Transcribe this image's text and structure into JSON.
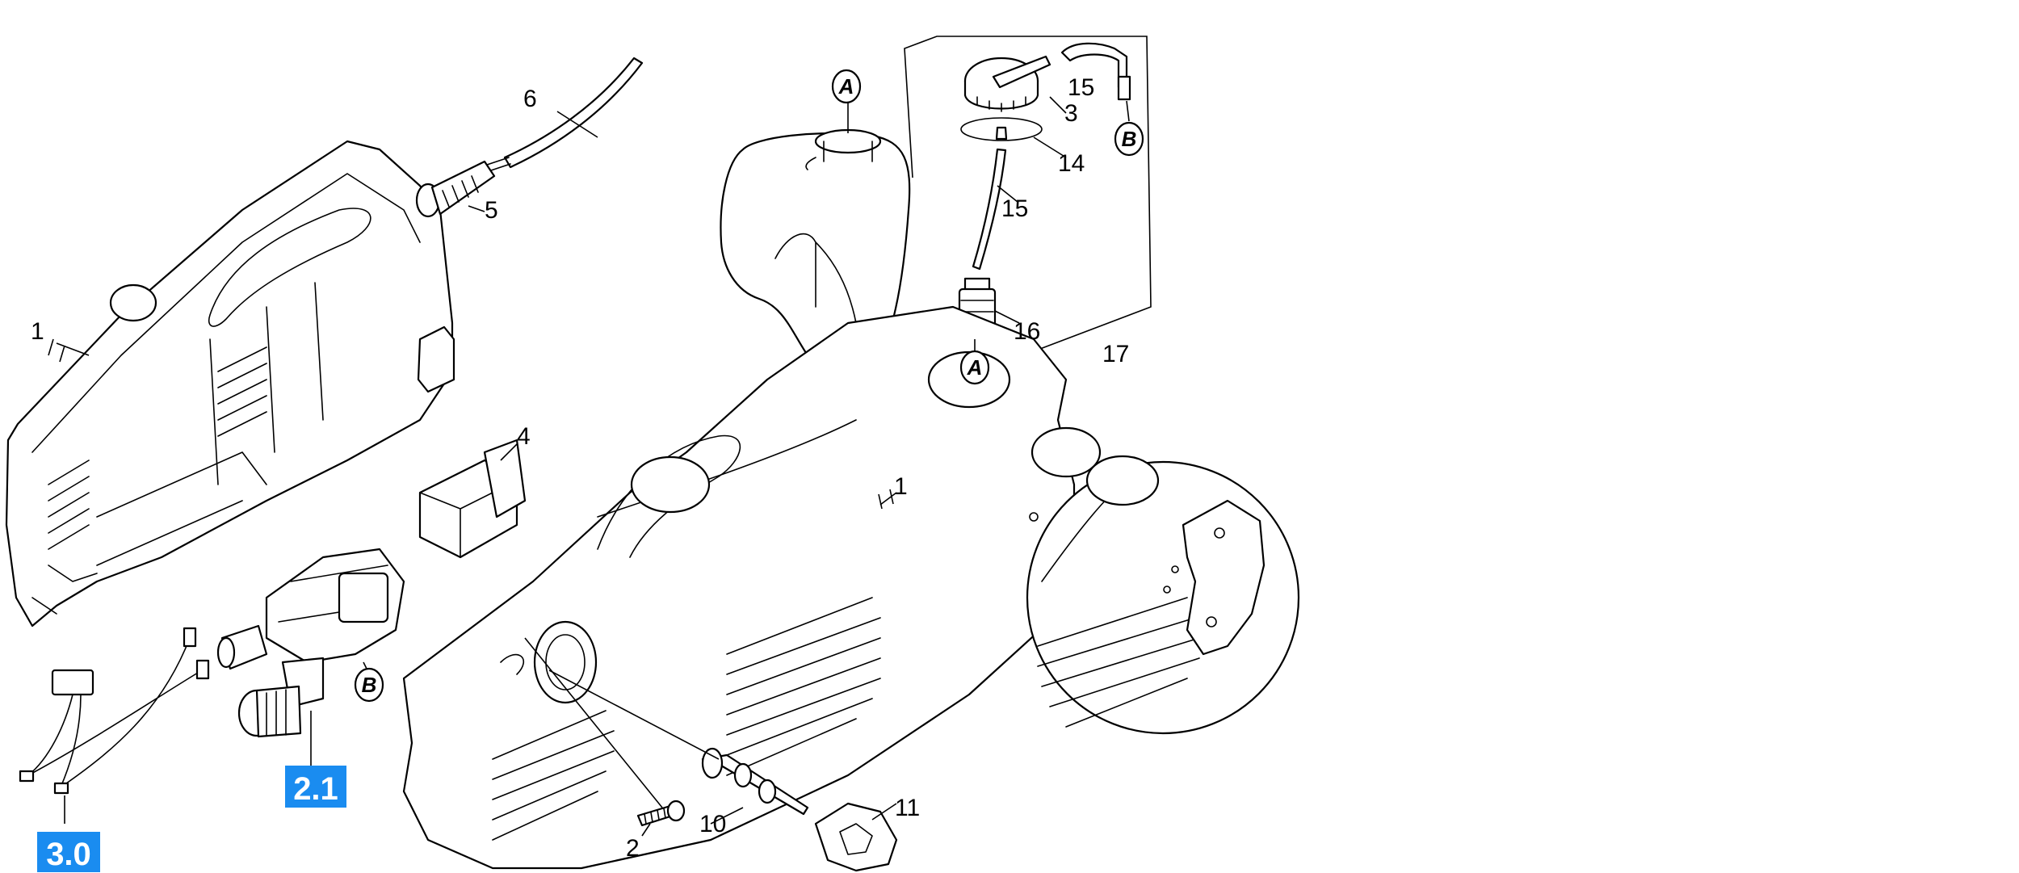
{
  "part_numbers": {
    "p1_left": "1",
    "p1_right": "1",
    "p2": "2",
    "p3": "3",
    "p4": "4",
    "p5": "5",
    "p6": "6",
    "p10": "10",
    "p11": "11",
    "p14": "14",
    "p15_top": "15",
    "p15_mid": "15",
    "p16": "16",
    "p17": "17"
  },
  "references": {
    "a_top": "A",
    "a_bottom": "A",
    "b_top": "B",
    "b_valve": "B"
  },
  "assembly_refs": {
    "ref_2_1": "2.1",
    "ref_3_0": "3.0"
  },
  "colors": {
    "highlight": "#1a8cf0",
    "line": "#000000",
    "background": "#ffffff"
  }
}
